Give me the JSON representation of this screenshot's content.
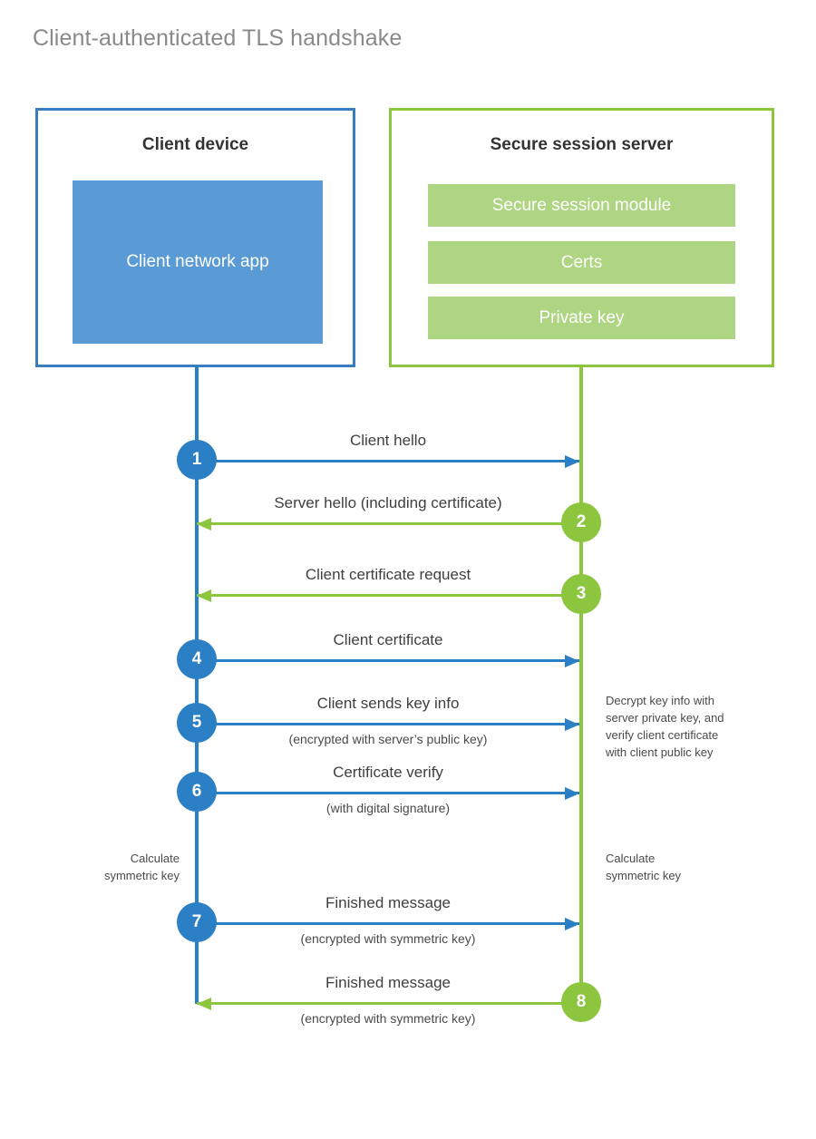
{
  "title": "Client-authenticated TLS handshake",
  "actors": {
    "client": {
      "title": "Client device",
      "app_label": "Client network\napp"
    },
    "server": {
      "title": "Secure session server",
      "items": [
        {
          "label": "Secure session module"
        },
        {
          "label": "Certs"
        },
        {
          "label": "Private key"
        }
      ]
    }
  },
  "messages": [
    {
      "step": "1",
      "label": "Client hello",
      "sublabel": "",
      "direction": "to-server"
    },
    {
      "step": "2",
      "label": "Server hello (including certificate)",
      "sublabel": "",
      "direction": "to-client"
    },
    {
      "step": "3",
      "label": "Client certificate request",
      "sublabel": "",
      "direction": "to-client"
    },
    {
      "step": "4",
      "label": "Client certificate",
      "sublabel": "",
      "direction": "to-server"
    },
    {
      "step": "5",
      "label": "Client sends key info",
      "sublabel": "(encrypted with server’s public key)",
      "direction": "to-server"
    },
    {
      "step": "6",
      "label": "Certificate verify",
      "sublabel": "(with digital signature)",
      "direction": "to-server"
    },
    {
      "step": "7",
      "label": "Finished message",
      "sublabel": "(encrypted with symmetric key)",
      "direction": "to-server"
    },
    {
      "step": "8",
      "label": "Finished message",
      "sublabel": "(encrypted with symmetric key)",
      "direction": "to-client"
    }
  ],
  "annotations": {
    "server_decrypt": "Decrypt key info with\nserver private key, and\nverify client certificate\nwith client public key",
    "client_calculate": "Calculate\nsymmetric key",
    "server_calculate": "Calculate\nsymmetric key"
  },
  "colors": {
    "client_border": "#3a7cc0",
    "client_fill": "#5b9bd5",
    "server_border": "#8cc63f",
    "server_fill": "#aed581",
    "blue_step": "#2b7fc4",
    "green_step": "#8cc63f",
    "title_text": "#8a8a8a"
  }
}
